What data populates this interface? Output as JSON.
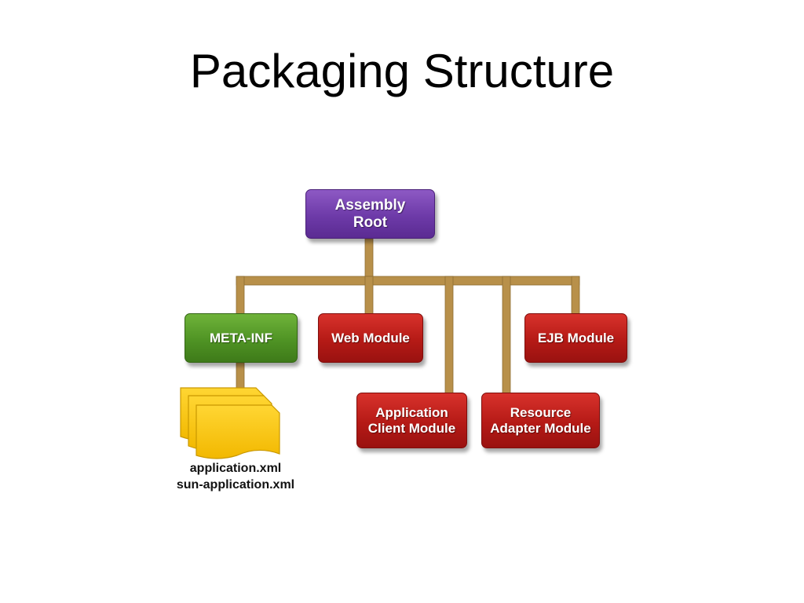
{
  "slide": {
    "title": "Packaging Structure"
  },
  "diagram": {
    "root": {
      "line1": "Assembly",
      "line2": "Root",
      "color": "#6d3aa8"
    },
    "meta_inf": {
      "label": "META-INF",
      "color": "#4f9324"
    },
    "web_module": {
      "label": "Web Module",
      "color": "#b51a16"
    },
    "ejb_module": {
      "label": "EJB Module",
      "color": "#b51a16"
    },
    "app_client_module": {
      "line1": "Application",
      "line2": "Client Module",
      "color": "#b51a16"
    },
    "resource_adapter_module": {
      "line1": "Resource",
      "line2": "Adapter Module",
      "color": "#b51a16"
    },
    "descriptor_files": {
      "icon": "stacked-documents-icon",
      "color": "#f7c400",
      "files": [
        "application.xml",
        "sun-application.xml"
      ]
    },
    "connector_color": "#b8904a"
  }
}
